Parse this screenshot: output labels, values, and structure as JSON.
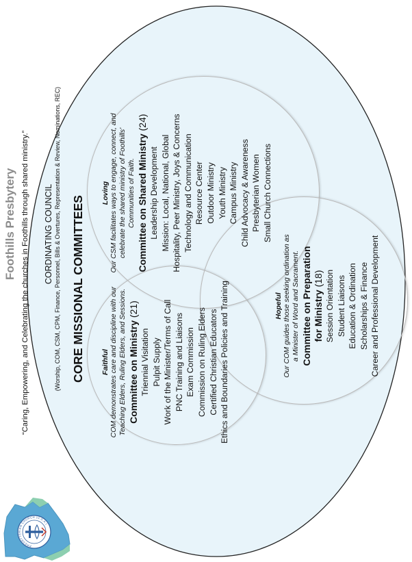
{
  "title": "Foothills Presbytery",
  "tagline": "“Caring, Empowering, and Celebrating the churches in Foothills through shared ministry.”",
  "council": {
    "name": "CORDINATING COUNCIL",
    "members": "(Worship, COM, CSM, CPM, Finance, Personnel, Bills & Overtures, Representation & Review, Nominations, REC)"
  },
  "core_title": "CORE MISSIONAL COMMITTEES",
  "logo_text": "PRESBYTERIAN CHURCH (U.S.A.)",
  "committees": {
    "com": {
      "keyword": "Faithful",
      "description": [
        "COM demonstrates care and discipline with our",
        "Teaching Elders, Ruling Elders, and Sessions."
      ],
      "heading": "Committee on Ministry",
      "count": "(21)",
      "items": [
        "Triennial Visitation",
        "Pulpit Supply",
        "Work of the Minister/Terms of Call",
        "PNC Training and Liaisons",
        "Exam Commission",
        "Commission on Ruling Elders",
        "Certified Christian Educators",
        "Ethics and Boundaries Policies and Training"
      ]
    },
    "csm": {
      "keyword": "Loving",
      "description": [
        "Our CSM facilitates ways to engage, connect, and",
        "celebrate the shared ministry of Foothills'",
        "Communities of Faith."
      ],
      "heading": "Committee on Shared Ministry",
      "count": "(24)",
      "items": [
        "Leadership Development",
        "Mission: Local, National, Global",
        "Hospitality, Peer Ministry, Joys & Concerns",
        "Technology and Communication",
        "Resource Center",
        "Outdoor Ministry",
        "Youth Ministry",
        "Campus Ministry",
        "Child Advocacy & Awareness",
        "Presbyterian Women",
        "Small Church Connections"
      ]
    },
    "cpm": {
      "keyword": "Hopeful",
      "description": [
        "Our COM guides those seeking ordination as",
        "a Minister of Word and Sacrament."
      ],
      "heading": "Committee on Preparation",
      "heading_line2": "for Ministry",
      "count": "(18)",
      "items": [
        "Session Orientation",
        "Student Liaisons",
        "Education & Ordination",
        "Scholarships & Finance",
        "Career and Professional Development"
      ]
    }
  },
  "colors": {
    "ellipse_fill": "#e8f4fa",
    "ellipse_border": "#222222",
    "title_color": "#8c8c8c",
    "logo_blue": "#5aa8d4",
    "logo_green": "#8dcfb0"
  }
}
